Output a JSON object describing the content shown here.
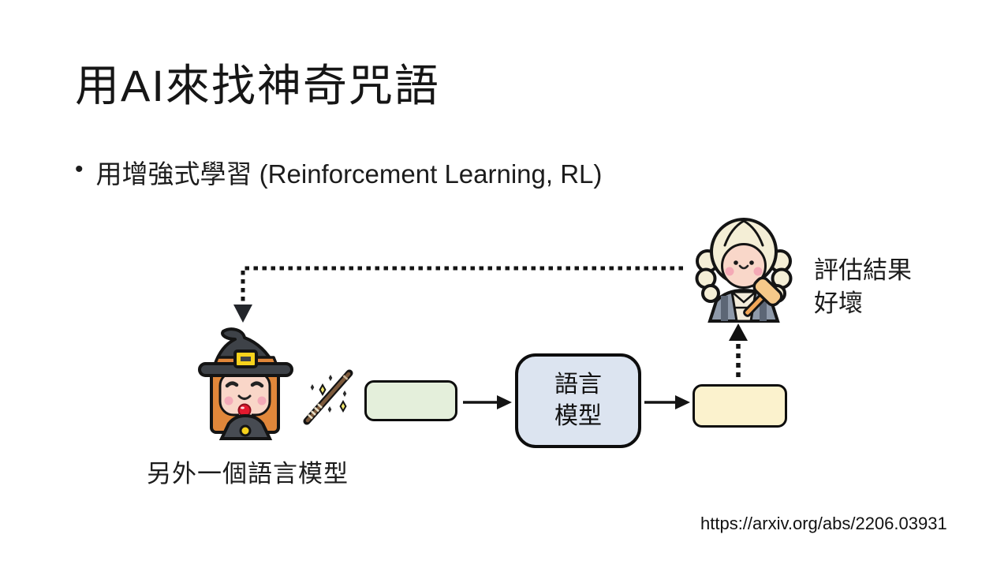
{
  "slide": {
    "title": "用AI來找神奇咒語",
    "bullet": {
      "marker": "•",
      "text": "用增強式學習 (Reinforcement Learning, RL)"
    },
    "source_url": "https://arxiv.org/abs/2206.03931",
    "background_color": "#ffffff",
    "text_color": "#1a1a1a"
  },
  "diagram": {
    "generator": {
      "icon": "witch-icon",
      "label": "另外一個語言模型"
    },
    "wand": {
      "icon": "magic-wand-icon",
      "sparkle_color": "#f3e86d"
    },
    "prompt_box": {
      "fill": "#e4efdb",
      "border": "#0d0d0d"
    },
    "lm_box": {
      "lines": [
        "語言",
        "模型"
      ],
      "fill": "#dce4f0",
      "border": "#0d0d0d"
    },
    "output_box": {
      "fill": "#fbf2cd",
      "border": "#0d0d0d"
    },
    "evaluator": {
      "icon": "judge-icon",
      "label_lines": [
        "評估結果",
        "好壞"
      ]
    },
    "arrows": {
      "prompt_to_lm": "solid right",
      "lm_to_output": "solid right",
      "output_to_evaluator": "dotted up",
      "evaluator_to_generator": "dotted left then down"
    }
  }
}
